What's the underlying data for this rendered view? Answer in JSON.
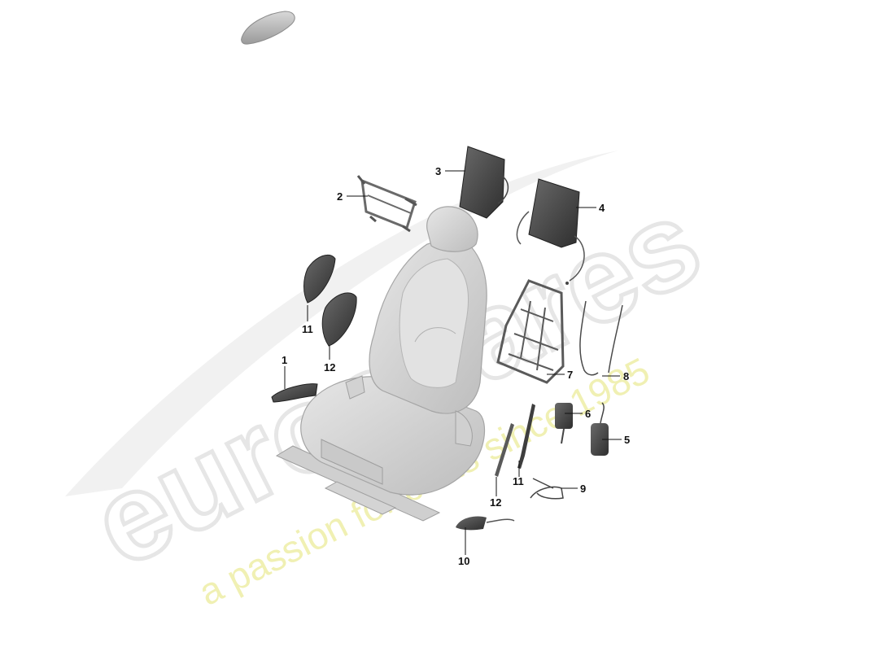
{
  "watermark": {
    "logo_text": "eurospares",
    "tagline": "a passion for parts since 1985"
  },
  "callouts": {
    "c1": "1",
    "c2": "2",
    "c3": "3",
    "c4": "4",
    "c5": "5",
    "c6": "6",
    "c7": "7",
    "c8": "8",
    "c9": "9",
    "c10": "10",
    "c11a": "11",
    "c11b": "11",
    "c12a": "12",
    "c12b": "12"
  },
  "colors": {
    "part_dark": "#4a4a4a",
    "part_mid": "#8a8a8a",
    "seat_light": "#d9d9d9",
    "watermark": "#e2e2e2",
    "tagline": "#ecec9a"
  }
}
